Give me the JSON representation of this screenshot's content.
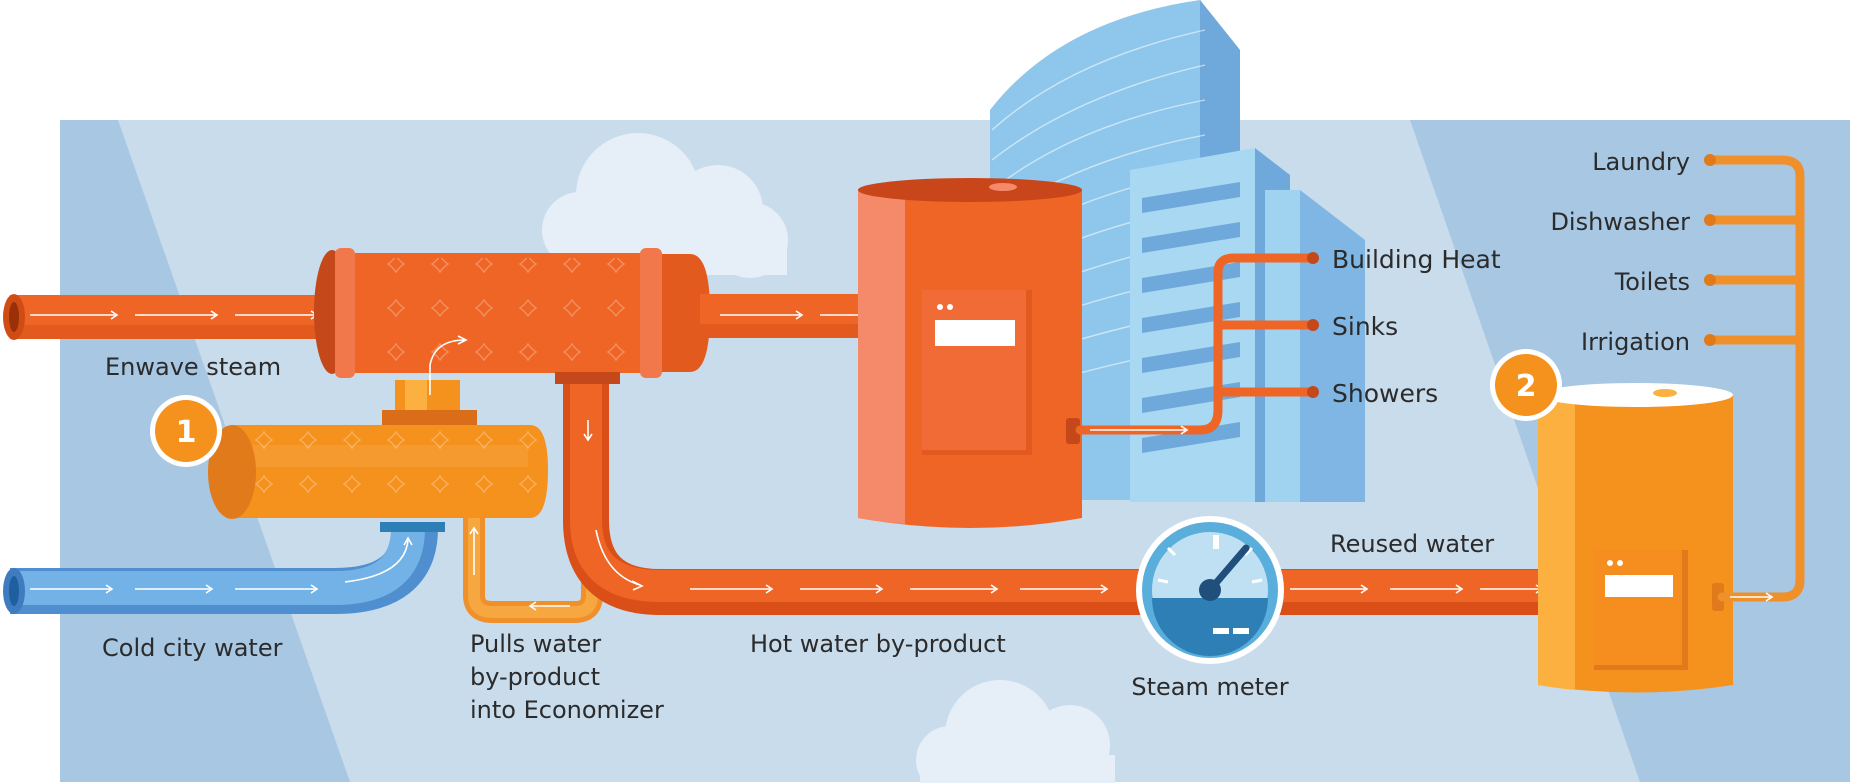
{
  "labels": {
    "enwave_steam": "Enwave steam",
    "cold_city_water": "Cold city water",
    "pulls_line1": "Pulls water",
    "pulls_line2": "by-product",
    "pulls_line3": "into Economizer",
    "hot_water": "Hot water by-product",
    "steam_meter": "Steam meter",
    "reused_water": "Reused water",
    "building_heat": "Building Heat",
    "sinks": "Sinks",
    "showers": "Showers",
    "laundry": "Laundry",
    "dishwasher": "Dishwasher",
    "toilets": "Toilets",
    "irrigation": "Irrigation"
  },
  "badges": {
    "one": "1",
    "two": "2"
  },
  "colors": {
    "background_panel": "#c9dcec",
    "sky_band": "#a9c8e4",
    "steam_orange": "#ef6526",
    "tank_orange": "#f5921e",
    "cold_blue": "#6aaee0",
    "building_blue": "#8fc7ec"
  },
  "icons": [
    "steam-pipe",
    "heat-exchanger",
    "economizer",
    "hot-water-tank",
    "office-building",
    "steam-meter-gauge",
    "reused-water-tank",
    "cloud"
  ]
}
